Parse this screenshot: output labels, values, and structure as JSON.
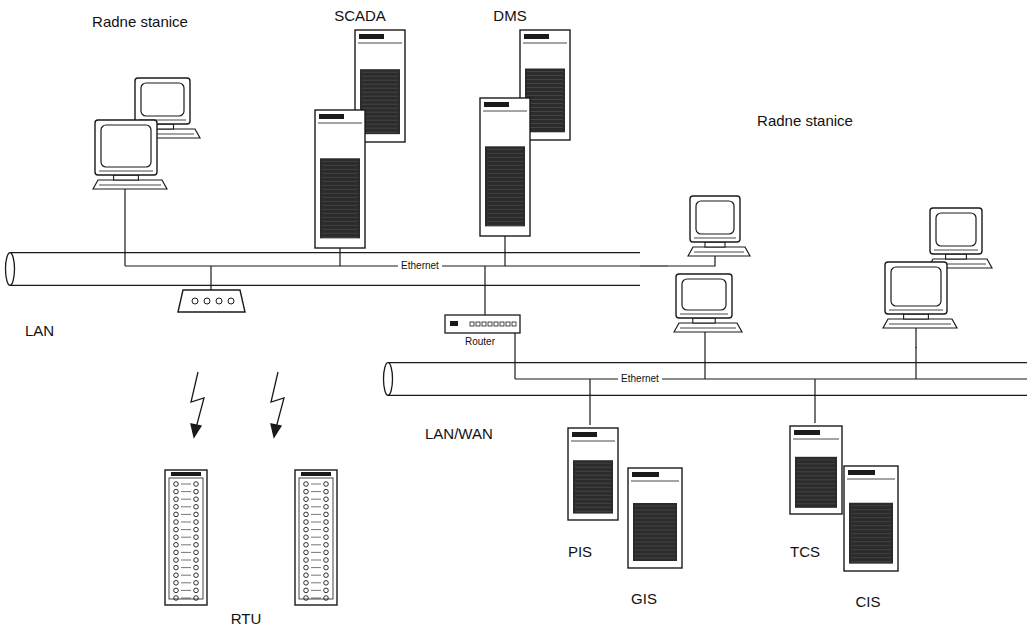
{
  "diagram": {
    "nodes": [
      {
        "text": [
          "Radne stanice"
        ]
      },
      {
        "text": [
          "SCADA"
        ]
      },
      {
        "text": [
          "DMS"
        ]
      },
      {
        "text": [
          "Radne stanice"
        ]
      },
      {
        "text": [
          "Ethernet"
        ]
      },
      {
        "text": [
          "Router"
        ]
      },
      {
        "text": [
          "Ethernet"
        ]
      },
      {
        "text": [
          "PIS"
        ]
      },
      {
        "text": [
          "GIS"
        ]
      },
      {
        "text": [
          "TCS"
        ]
      },
      {
        "text": [
          "CIS"
        ]
      },
      {
        "text": [
          "RTU"
        ]
      }
    ],
    "edges": [
      {
        "from": 0,
        "to": 4,
        "arrow": "none"
      },
      {
        "from": 1,
        "to": 4,
        "arrow": "none"
      },
      {
        "from": 2,
        "to": 4,
        "arrow": "none"
      },
      {
        "from": 3,
        "to": 4,
        "arrow": "none"
      },
      {
        "from": 4,
        "to": 5,
        "arrow": "none"
      },
      {
        "from": 5,
        "to": 6,
        "arrow": "none"
      },
      {
        "from": 3,
        "to": 6,
        "arrow": "none"
      },
      {
        "from": 7,
        "to": 6,
        "arrow": "none"
      },
      {
        "from": 9,
        "to": 6,
        "arrow": "none"
      }
    ],
    "labels": [
      "LAN",
      "LAN/WAN"
    ]
  }
}
